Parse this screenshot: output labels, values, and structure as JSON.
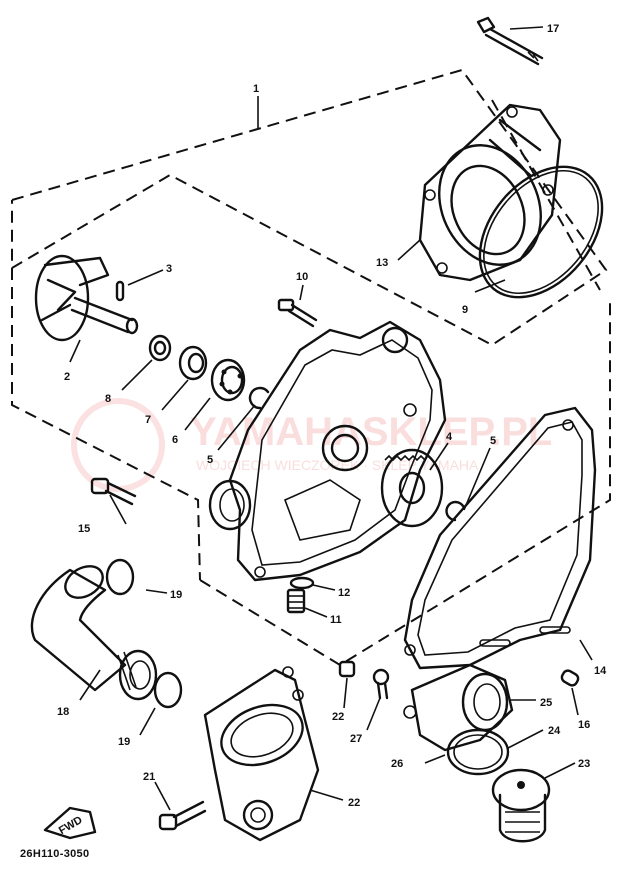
{
  "drawing_number": "26H110-3050",
  "watermark": {
    "main": "YAMAHASKLEP.PL",
    "sub": "WOJCIECH WIECZOREK · SKLEP YAMAHA"
  },
  "fwd_label": "FWD",
  "callouts": {
    "c1": "1",
    "c2": "2",
    "c3": "3",
    "c4": "4",
    "c5a": "5",
    "c5b": "5",
    "c6": "6",
    "c7": "7",
    "c8": "8",
    "c9": "9",
    "c10": "10",
    "c11": "11",
    "c12": "12",
    "c13": "13",
    "c14": "14",
    "c15": "15",
    "c16": "16",
    "c17": "17",
    "c18": "18",
    "c19a": "19",
    "c19b": "19",
    "c21": "21",
    "c22a": "22",
    "c22b": "22",
    "c23": "23",
    "c24": "24",
    "c25": "25",
    "c26": "26",
    "c27": "27"
  }
}
